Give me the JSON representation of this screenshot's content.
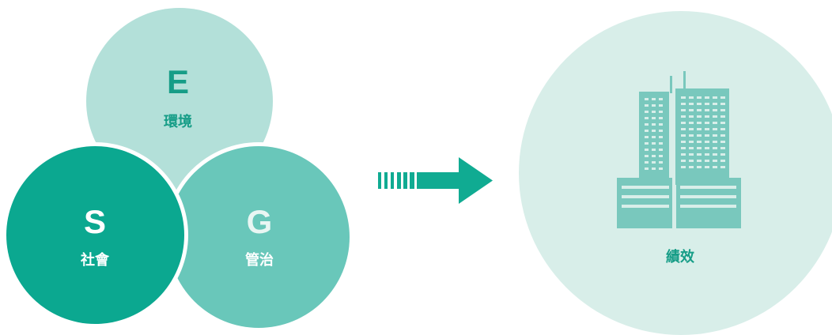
{
  "colors": {
    "environment": "#b3e0d9",
    "social": "#0ba890",
    "governance": "#69c7ba",
    "performance_bg": "#d8eee9",
    "accent": "#169d87",
    "arrow": "#10ab92"
  },
  "esg": {
    "e": {
      "letter": "E",
      "label": "環境"
    },
    "s": {
      "letter": "S",
      "label": "社會"
    },
    "g": {
      "letter": "G",
      "label": "管治"
    }
  },
  "arrow": {
    "icon": "right-arrow-icon"
  },
  "performance": {
    "icon": "office-building-icon",
    "label": "績效"
  }
}
